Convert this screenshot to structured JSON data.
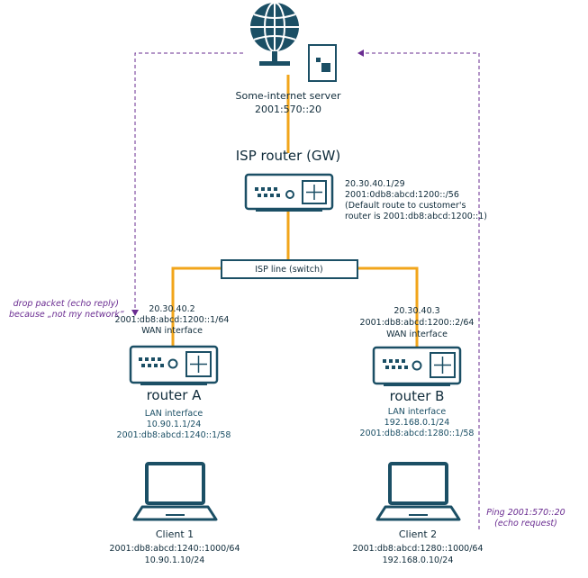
{
  "colors": {
    "device": "#1b4f65",
    "cable": "#f2a51a",
    "annotation": "#6a2c91",
    "fill": "#ffffff"
  },
  "server": {
    "icon": "globe-server-icon",
    "name": "Some-internet server",
    "ip": "2001:570::20"
  },
  "isp_router": {
    "icon": "router-icon",
    "name": "ISP router (GW)",
    "info": [
      "20.30.40.1/29",
      "2001:0db8:abcd:1200::/56",
      "(Default route to customer's",
      "router is 2001:db8:abcd:1200::1)"
    ]
  },
  "switch": {
    "label": "ISP line (switch)"
  },
  "router_a": {
    "icon": "router-icon",
    "name": "router A",
    "wan": [
      "20.30.40.2",
      "2001:db8:abcd:1200::1/64",
      "WAN interface"
    ],
    "lan": [
      "LAN interface",
      "10.90.1.1/24",
      "2001:db8:abcd:1240::1/58"
    ]
  },
  "router_b": {
    "icon": "router-icon",
    "name": "router B",
    "wan": [
      "20.30.40.3",
      "2001:db8:abcd:1200::2/64",
      "WAN interface"
    ],
    "lan": [
      "LAN interface",
      "192.168.0.1/24",
      "2001:db8:abcd:1280::1/58"
    ]
  },
  "client_1": {
    "icon": "laptop-icon",
    "name": "Client 1",
    "ips": [
      "2001:db8:abcd:1240::1000/64",
      "10.90.1.10/24"
    ]
  },
  "client_2": {
    "icon": "laptop-icon",
    "name": "Client 2",
    "ips": [
      "2001:db8:abcd:1280::1000/64",
      "192.168.0.10/24"
    ]
  },
  "annotations": {
    "drop": [
      "drop packet (echo reply)",
      "because „not my network“"
    ],
    "ping": [
      "Ping 2001:570::20",
      "(echo request)"
    ]
  }
}
